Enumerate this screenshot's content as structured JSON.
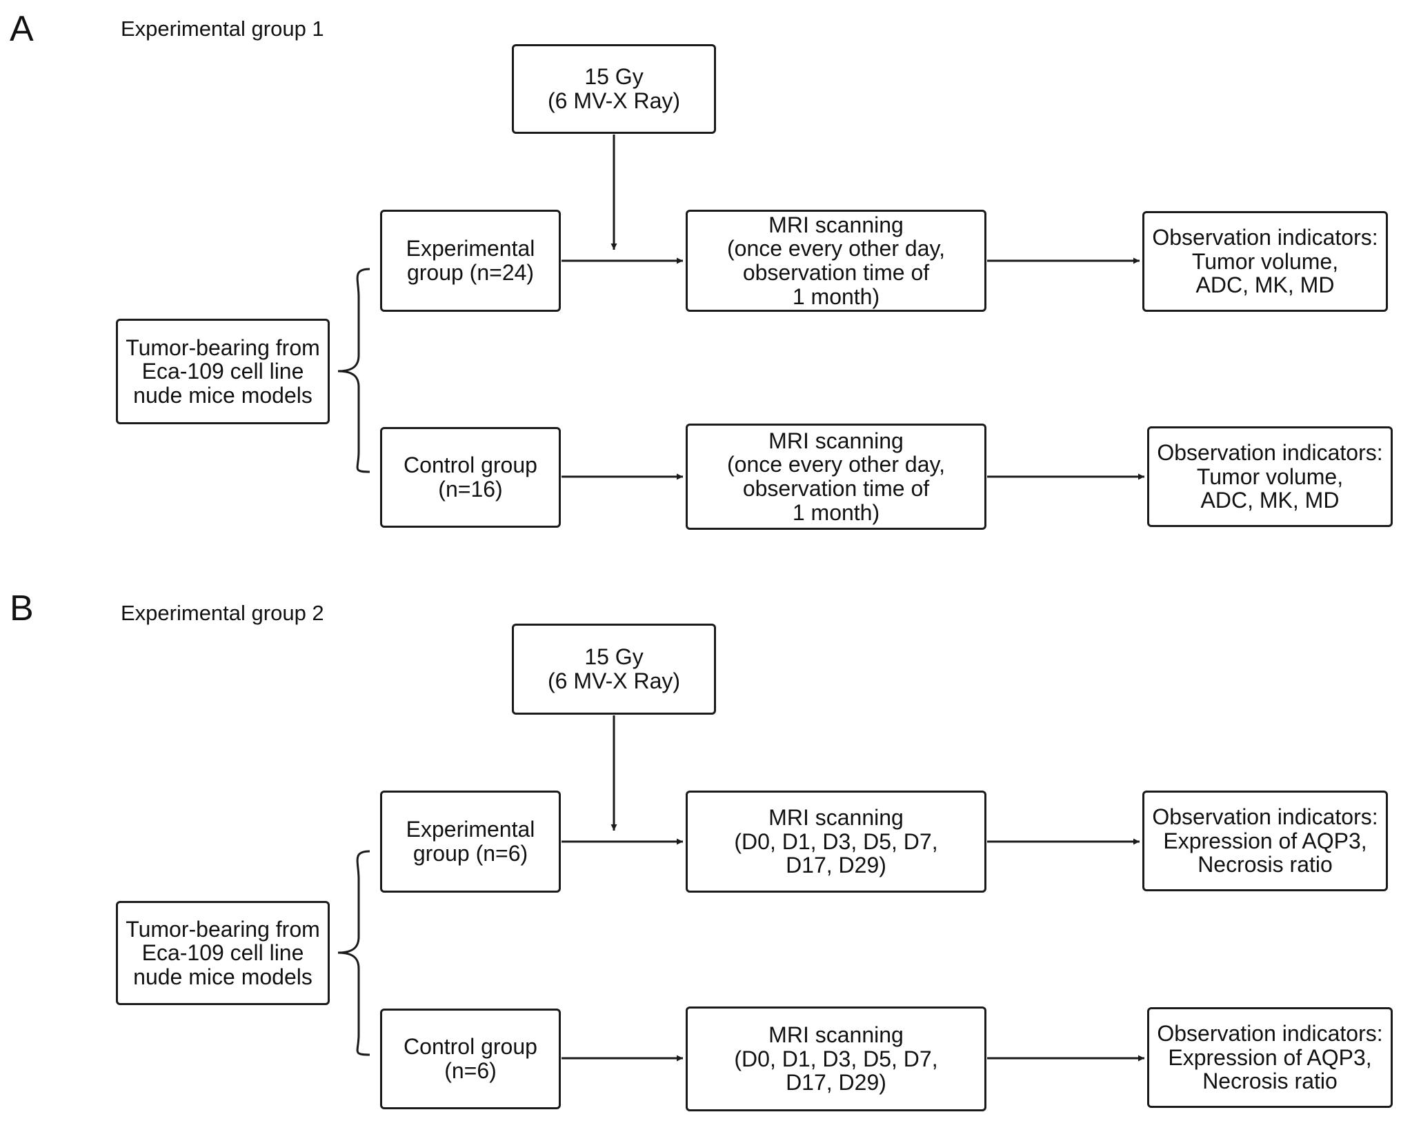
{
  "panels": [
    {
      "letter": "A",
      "title": "Experimental group 1",
      "dose": "15 Gy\n(6 MV-X Ray)",
      "model": "Tumor-bearing from\nEca-109 cell line\nnude mice models",
      "experimental_group": "Experimental\ngroup (n=24)",
      "control_group": "Control group\n(n=16)",
      "scan_experimental": "MRI scanning\n(once every other day,\nobservation time of\n1 month)",
      "scan_control": "MRI scanning\n(once every other day,\nobservation time of\n1 month)",
      "indicators_experimental": "Observation indicators:\nTumor volume,\nADC, MK, MD",
      "indicators_control": "Observation indicators:\nTumor volume,\nADC, MK, MD"
    },
    {
      "letter": "B",
      "title": "Experimental group 2",
      "dose": "15 Gy\n(6 MV-X Ray)",
      "model": "Tumor-bearing from\nEca-109 cell line\nnude mice models",
      "experimental_group": "Experimental\ngroup (n=6)",
      "control_group": "Control group\n(n=6)",
      "scan_experimental": "MRI scanning\n(D0, D1, D3, D5, D7,\nD17, D29)",
      "scan_control": "MRI scanning\n(D0, D1, D3, D5, D7,\nD17, D29)",
      "indicators_experimental": "Observation indicators:\nExpression of AQP3,\nNecrosis ratio",
      "indicators_control": "Observation indicators:\nExpression of AQP3,\nNecrosis ratio"
    }
  ]
}
